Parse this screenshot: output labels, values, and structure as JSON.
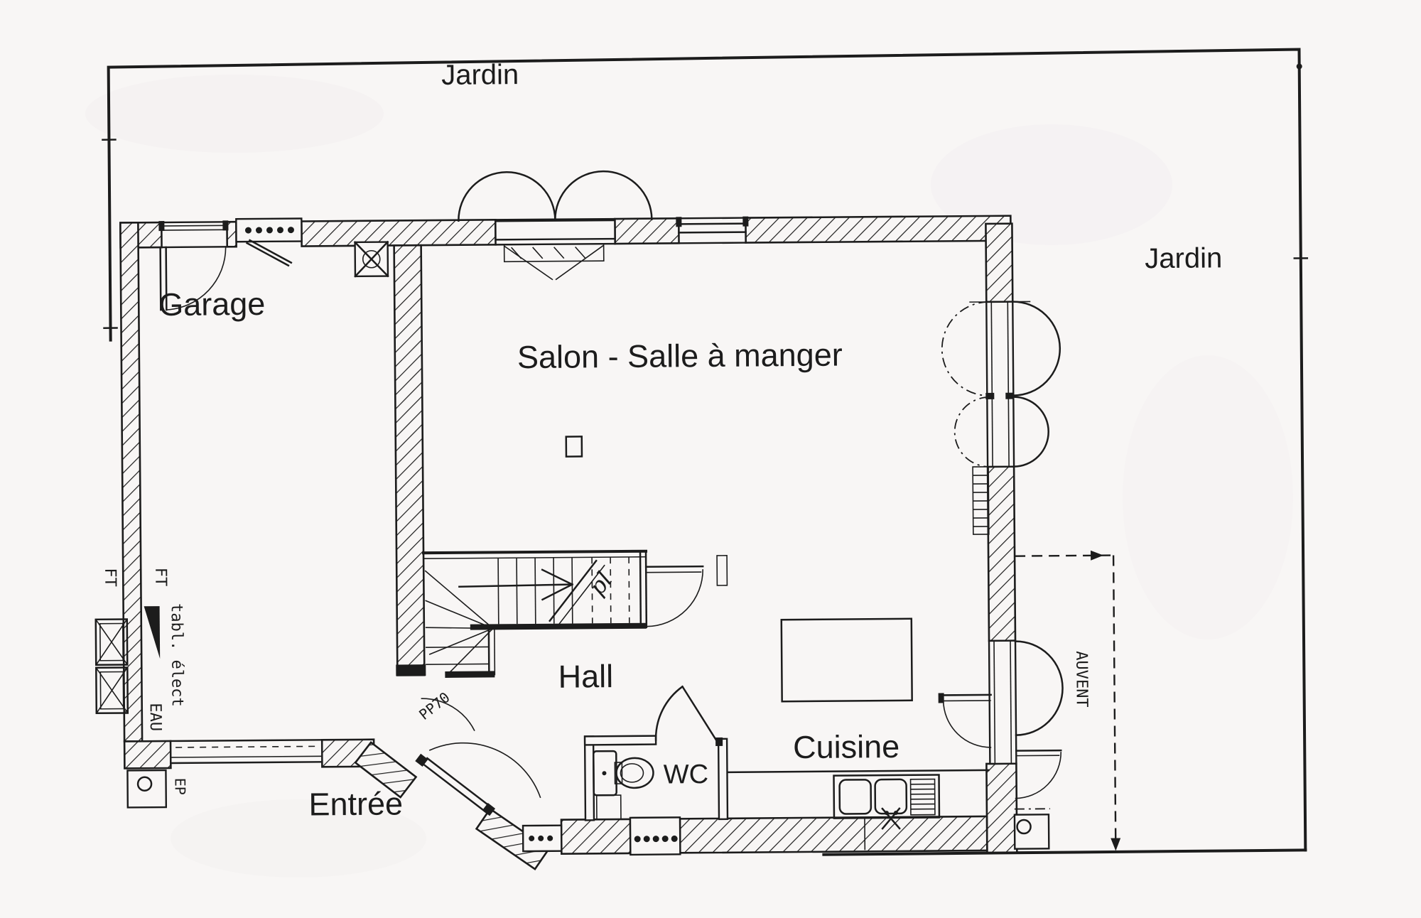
{
  "drawing": {
    "colors": {
      "paper": "#f8f6f5",
      "ink": "#1c1c1c"
    },
    "outdoor": {
      "jardin_top": "Jardin",
      "jardin_right": "Jardin",
      "auvent": "AUVENT"
    },
    "rooms": {
      "garage": "Garage",
      "salon": "Salon - Salle à manger",
      "hall": "Hall",
      "entree": "Entrée",
      "wc": "WC",
      "cuisine": "Cuisine"
    },
    "annotations": {
      "ft_outer": "FT",
      "ft_inner": "FT",
      "tableau_electrique": "tabl. élect",
      "eau": "EAU",
      "ep": "EP",
      "porte_entree": "PP70",
      "stairs_note": "pl"
    }
  }
}
